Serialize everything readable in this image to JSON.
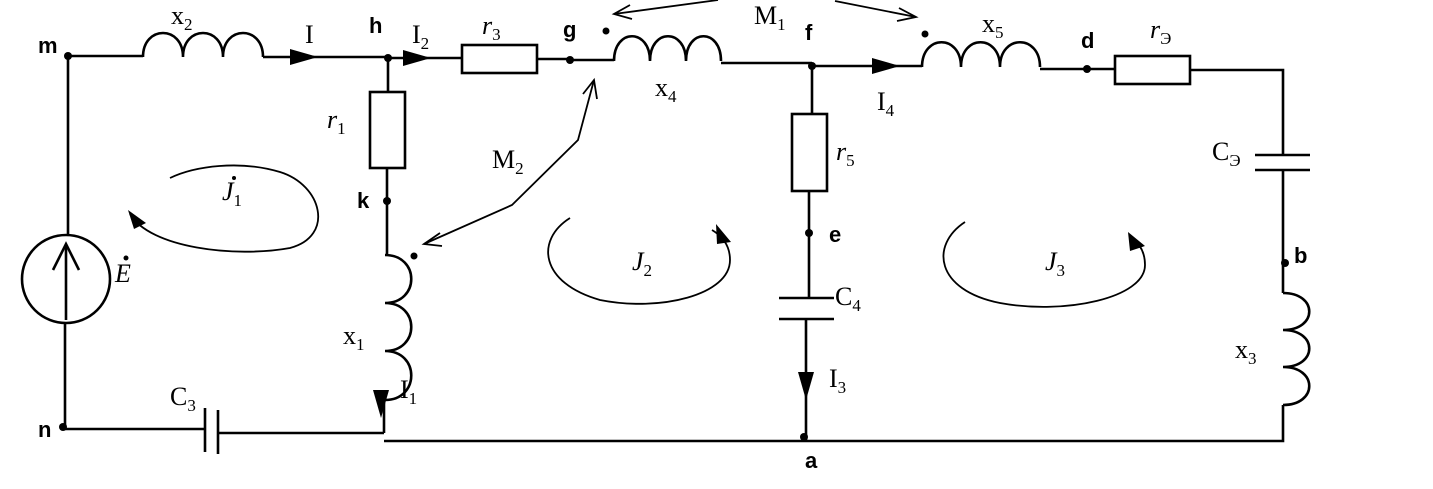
{
  "diagram": {
    "nodes": [
      "m",
      "h",
      "g",
      "f",
      "d",
      "k",
      "e",
      "b",
      "n",
      "a"
    ],
    "components": {
      "x2": {
        "name": "x",
        "sub": "2"
      },
      "r3": {
        "name": "r",
        "sub": "3"
      },
      "x4": {
        "name": "x",
        "sub": "4"
      },
      "x5": {
        "name": "x",
        "sub": "5"
      },
      "r_e": {
        "name": "r",
        "sub": "Э"
      },
      "r1": {
        "name": "r",
        "sub": "1"
      },
      "r5": {
        "name": "r",
        "sub": "5"
      },
      "c_e": {
        "name": "C",
        "sub": "Э"
      },
      "c4": {
        "name": "C",
        "sub": "4"
      },
      "c3": {
        "name": "C",
        "sub": "3"
      },
      "x1": {
        "name": "x",
        "sub": "1"
      },
      "x3": {
        "name": "x",
        "sub": "3"
      }
    },
    "currents": {
      "i": {
        "name": "I",
        "sub": ""
      },
      "i2": {
        "name": "I",
        "sub": "2"
      },
      "i4": {
        "name": "I",
        "sub": "4"
      },
      "i1": {
        "name": "I",
        "sub": "1"
      },
      "i3": {
        "name": "I",
        "sub": "3"
      }
    },
    "mutual": {
      "m1": {
        "name": "M",
        "sub": "1"
      },
      "m2": {
        "name": "M",
        "sub": "2"
      }
    },
    "loops": {
      "j1": {
        "name": "J",
        "sub": "1"
      },
      "j2": {
        "name": "J",
        "sub": "2"
      },
      "j3": {
        "name": "J",
        "sub": "3"
      }
    },
    "source": {
      "name": "E"
    }
  }
}
